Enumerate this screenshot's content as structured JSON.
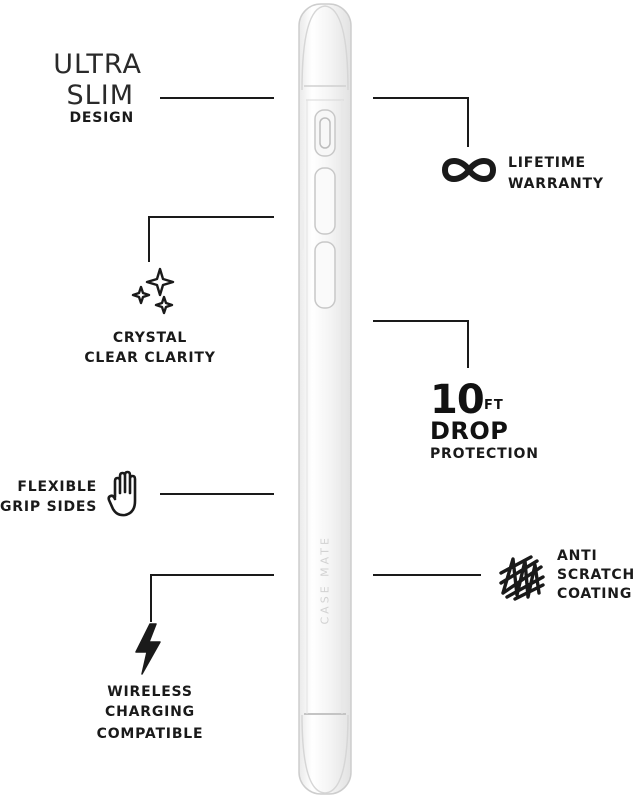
{
  "features": {
    "ultra_slim": {
      "line1": "ULTRA",
      "line2": "SLIM",
      "line3": "DESIGN"
    },
    "lifetime_warranty": {
      "line1": "LIFETIME",
      "line2": "WARRANTY",
      "icon": "infinity-icon"
    },
    "crystal_clear": {
      "line1": "CRYSTAL",
      "line2": "CLEAR CLARITY",
      "icon": "sparkles-icon"
    },
    "drop_protection": {
      "number": "10",
      "unit": "FT",
      "line2": "DROP",
      "line3": "PROTECTION"
    },
    "flexible_grip": {
      "line1": "FLEXIBLE",
      "line2": "GRIP SIDES",
      "icon": "hand-icon"
    },
    "anti_scratch": {
      "line1": "ANTI",
      "line2": "SCRATCH",
      "line3": "COATING",
      "icon": "scribble-icon"
    },
    "wireless_charging": {
      "line1": "WIRELESS",
      "line2": "CHARGING",
      "line3": "COMPATIBLE",
      "icon": "lightning-icon"
    }
  },
  "product": {
    "brand_text": "CASE MATE"
  },
  "colors": {
    "ink": "#1a1a1a",
    "case_outline": "#cfcfcf"
  }
}
